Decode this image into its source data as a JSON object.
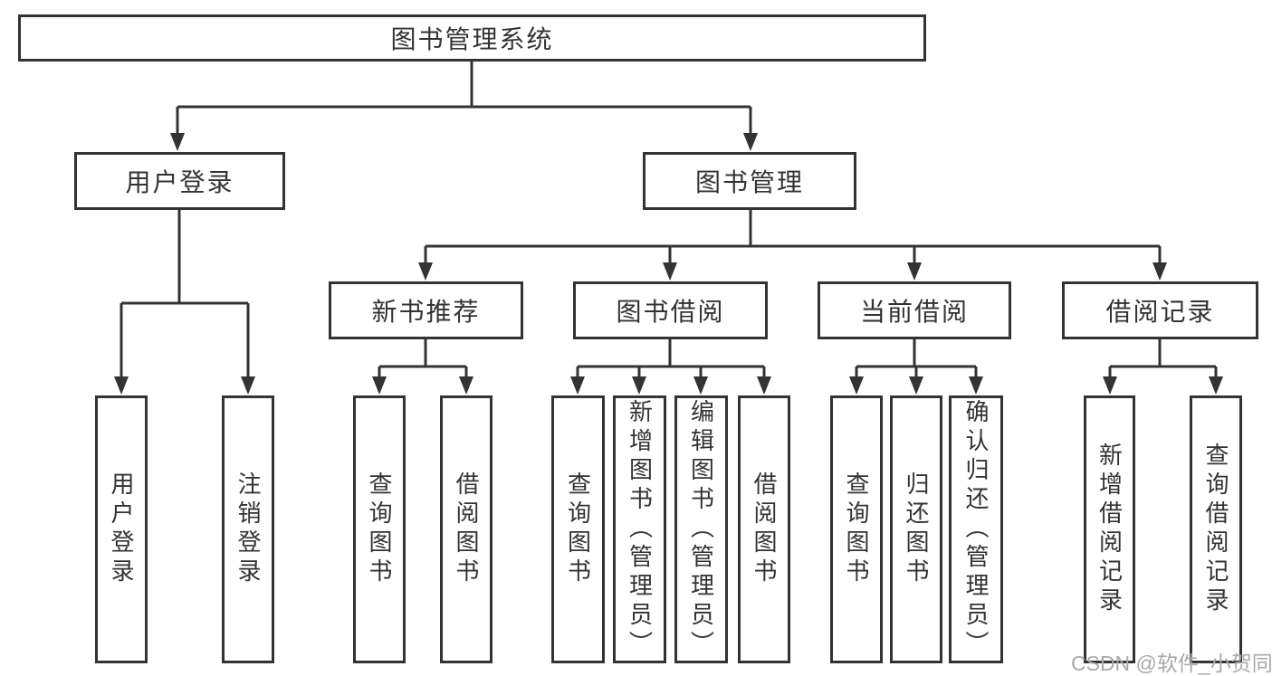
{
  "diagram": {
    "watermark": "CSDN @软件_小贺同学",
    "colors": {
      "line": "#333333",
      "box_border": "#333333",
      "text": "#333333",
      "background": "#ffffff",
      "watermark_text": "#a9a9a9"
    },
    "tree": {
      "label": "图书管理系统",
      "children": [
        {
          "label": "用户登录",
          "children": [
            {
              "label": "用户登录"
            },
            {
              "label": "注销登录"
            }
          ]
        },
        {
          "label": "图书管理",
          "children": [
            {
              "label": "新书推荐",
              "children": [
                {
                  "label": "查询图书"
                },
                {
                  "label": "借阅图书"
                }
              ]
            },
            {
              "label": "图书借阅",
              "children": [
                {
                  "label": "查询图书"
                },
                {
                  "label": "新增图书（管理员）"
                },
                {
                  "label": "编辑图书（管理员）"
                },
                {
                  "label": "借阅图书"
                }
              ]
            },
            {
              "label": "当前借阅",
              "children": [
                {
                  "label": "查询图书"
                },
                {
                  "label": "归还图书"
                },
                {
                  "label": "确认归还（管理员）"
                }
              ]
            },
            {
              "label": "借阅记录",
              "children": [
                {
                  "label": "新增借阅记录"
                },
                {
                  "label": "查询借阅记录"
                }
              ]
            }
          ]
        }
      ]
    }
  }
}
